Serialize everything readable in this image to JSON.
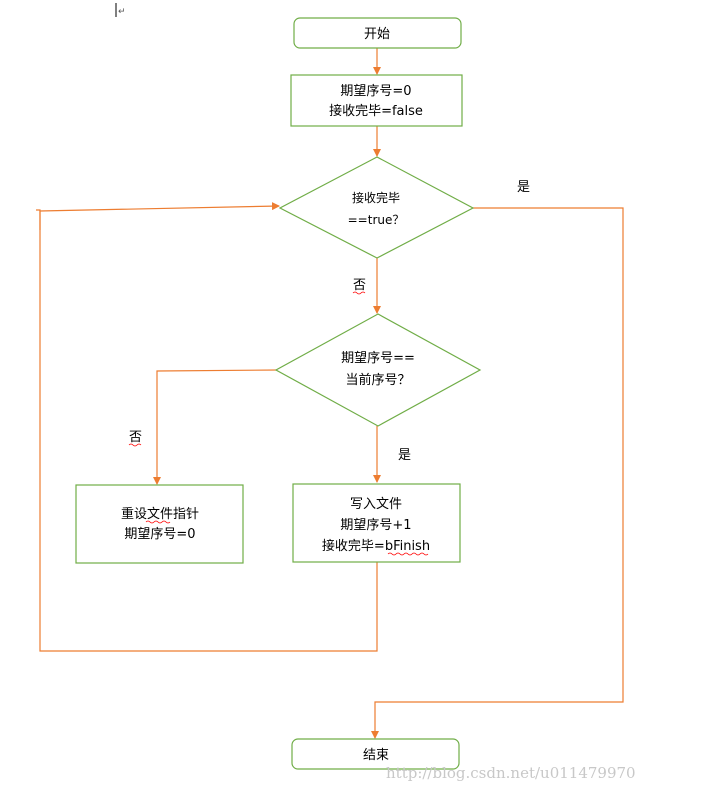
{
  "nodes": {
    "start": "开始",
    "init_1": "期望序号=0",
    "init_2": "接收完毕=false",
    "decision_done_1": "接收完毕",
    "decision_done_2": "==true？",
    "decision_seq_1": "期望序号==",
    "decision_seq_2": "当前序号？",
    "reset_1": "重设文件指针",
    "reset_2": "期望序号=0",
    "write_1": "写入文件",
    "write_2": "期望序号+1",
    "write_3": "接收完毕=bFinish",
    "end": "结束"
  },
  "edge_labels": {
    "done_yes": "是",
    "done_no": "否",
    "seq_yes": "是",
    "seq_no": "否"
  },
  "watermark": "http://blog.csdn.net/u011479970",
  "colors": {
    "node_border": "#70ad47",
    "edge": "#ed7d31",
    "text": "#000000"
  }
}
